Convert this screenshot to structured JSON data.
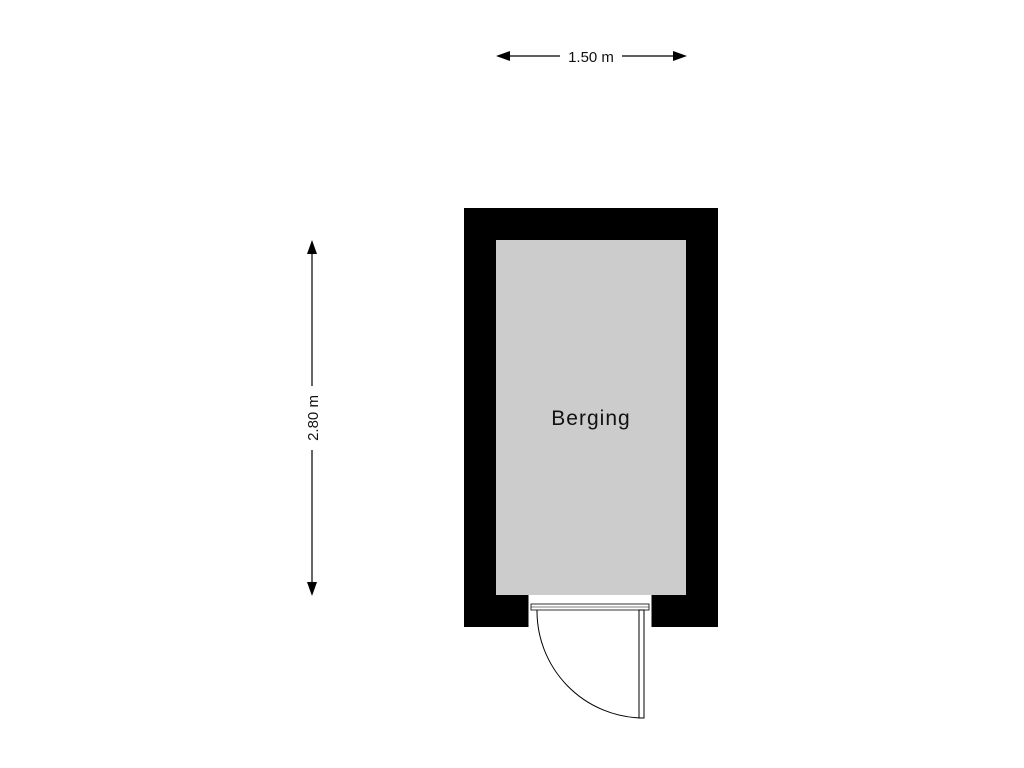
{
  "dimensions": {
    "width_label": "1.50 m",
    "depth_label": "2.80 m"
  },
  "room": {
    "name": "Berging"
  },
  "colors": {
    "wall": "#000000",
    "floor": "#cccccc",
    "line": "#000000"
  }
}
